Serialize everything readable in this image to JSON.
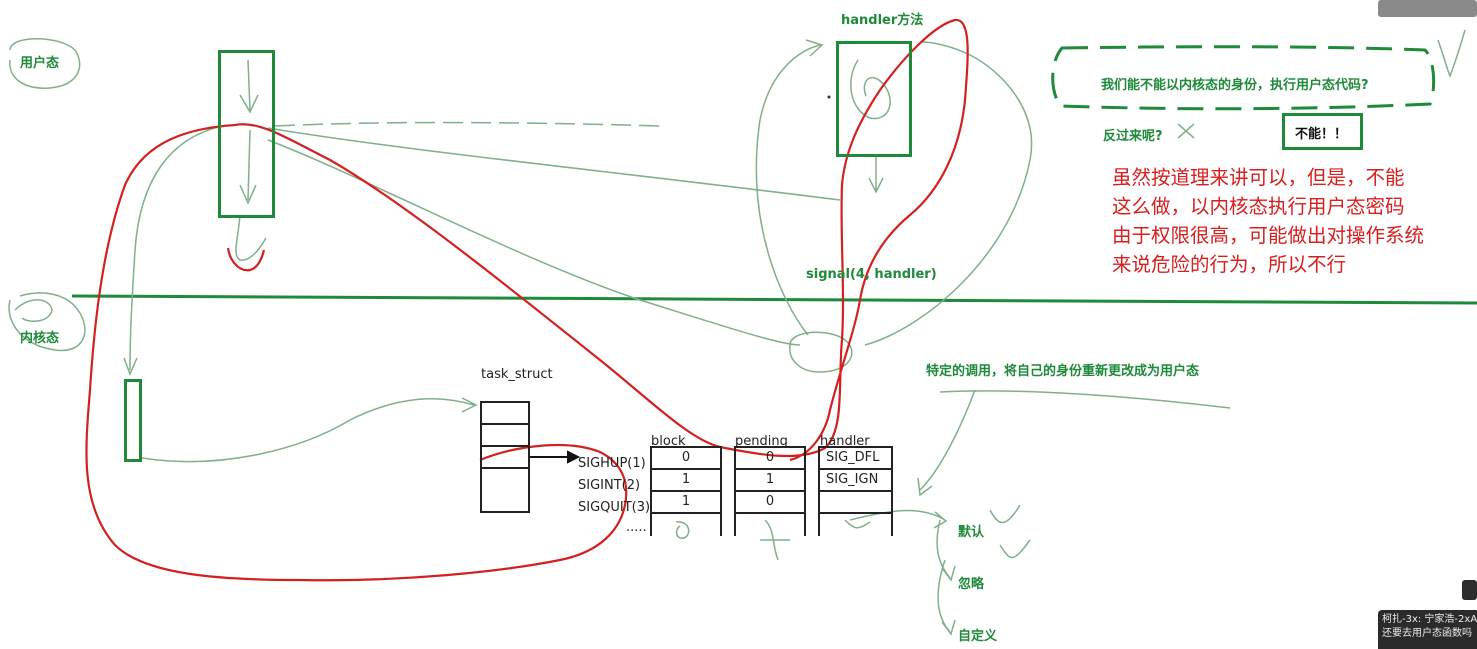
{
  "labels": {
    "user_mode": "用户态",
    "kernel_mode": "内核态",
    "handler_method": "handler方法",
    "signal_call": "signal(4, handler)",
    "task_struct": "task_struct",
    "special_call": "特定的调用，将自己的身份重新更改成为用户态",
    "question": "我们能不能以内核态的身份，执行用户态代码?",
    "reverse": "反过来呢?",
    "cannot": "不能！！",
    "default": "默认",
    "ignore": "忽略",
    "custom": "自定义"
  },
  "red_note": {
    "lines": [
      "虽然按道理来讲可以，但是，不能",
      "这么做，以内核态执行用户态密码",
      "由于权限很高，可能做出对操作系统",
      "来说危险的行为，所以不行"
    ]
  },
  "table": {
    "headers": {
      "block": "block",
      "pending": "pending",
      "handler": "handler"
    },
    "signals": [
      "SIGHUP(1)",
      "SIGINT(2)",
      "SIGQUIT(3)"
    ],
    "ellipsis": ".....",
    "block": [
      "0",
      "1",
      "1"
    ],
    "pending": [
      "0",
      "1",
      "0"
    ],
    "handler": [
      "SIG_DFL",
      "SIG_IGN",
      ""
    ]
  },
  "chat": {
    "line1": "柯扎-3x: 宁家浩-2xA",
    "line2": "还要去用户态函数吗"
  },
  "colors": {
    "green": "#1e8a3a",
    "light_green": "#7fb08a",
    "red": "#d42020",
    "black": "#222222"
  }
}
